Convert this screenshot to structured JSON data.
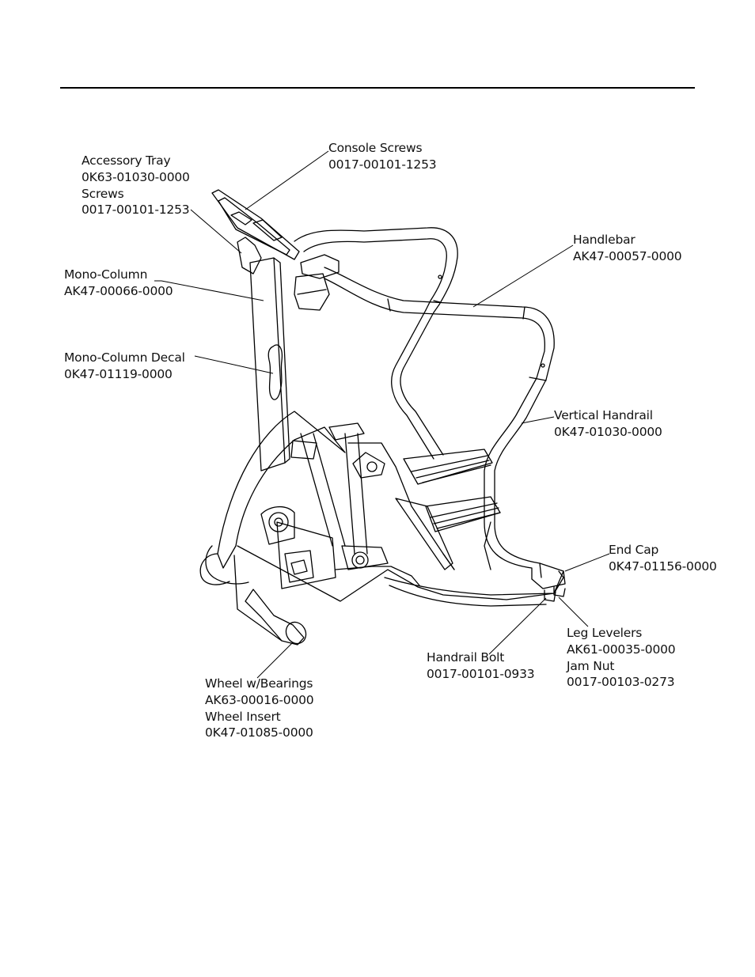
{
  "callouts": {
    "accessory_tray": [
      "Accessory Tray",
      "0K63-01030-0000",
      "Screws",
      "0017-00101-1253"
    ],
    "console_screws": [
      "Console Screws",
      "0017-00101-1253"
    ],
    "handlebar": [
      "Handlebar",
      "AK47-00057-0000"
    ],
    "mono_column": [
      "Mono-Column",
      "AK47-00066-0000"
    ],
    "mono_column_decal": [
      "Mono-Column Decal",
      "0K47-01119-0000"
    ],
    "vertical_handrail": [
      "Vertical Handrail",
      "0K47-01030-0000"
    ],
    "end_cap": [
      "End Cap",
      "0K47-01156-0000"
    ],
    "leg_levelers": [
      "Leg Levelers",
      "AK61-00035-0000",
      "Jam Nut",
      "0017-00103-0273"
    ],
    "handrail_bolt": [
      "Handrail Bolt",
      "0017-00101-0933"
    ],
    "wheel": [
      "Wheel w/Bearings",
      "AK63-00016-0000",
      "Wheel Insert",
      "0K47-01085-0000"
    ]
  }
}
